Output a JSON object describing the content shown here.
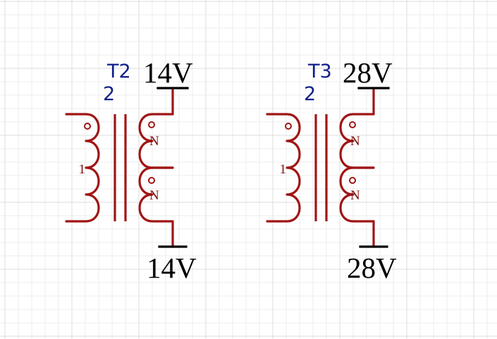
{
  "colors": {
    "background": "#ffffff",
    "grid": "#ececec",
    "coil": "#a01515",
    "designator": "#0f1f8a",
    "net_label": "#000000"
  },
  "transformers": [
    {
      "designator": "T2",
      "pin_label": "2",
      "primary_label": "1",
      "secondary_labels": [
        "N",
        "N"
      ],
      "top_power": "14V",
      "bottom_power": "14V"
    },
    {
      "designator": "T3",
      "pin_label": "2",
      "primary_label": "1",
      "secondary_labels": [
        "N",
        "N"
      ],
      "top_power": "28V",
      "bottom_power": "28V"
    }
  ]
}
